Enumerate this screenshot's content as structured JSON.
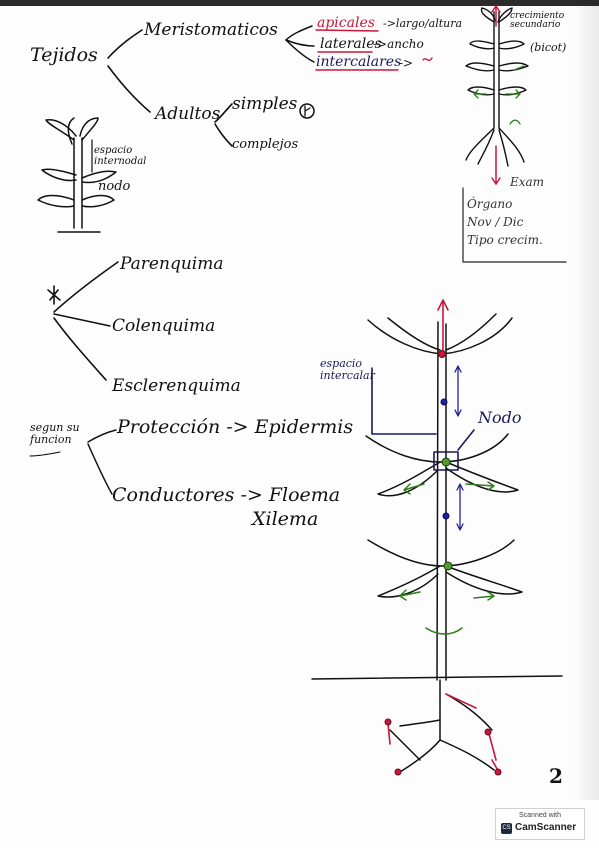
{
  "colors": {
    "ink": "#111111",
    "red": "#c8183c",
    "green": "#2e7d1b",
    "blue": "#22229a",
    "navy": "#1a1a5a"
  },
  "notes": {
    "tejidos": "Tejidos",
    "meristomaticos": "Meristomaticos",
    "adultos": "Adultos",
    "simples": "simples",
    "complejos": "complejos",
    "apicales": "apicales",
    "apicales_note": "->largo/altura",
    "laterales": "laterales",
    "laterales_note": "->ancho",
    "intercalares": "intercalares",
    "intercalares_note": "->",
    "crecimiento_secundario": "crecimiento secundario",
    "bicot": "(bicot)",
    "espacio_internodal": "espacio internodal",
    "nodo_small": "nodo",
    "examen": "Exam",
    "examen_box": [
      "Órgano",
      "Nov / Dic",
      "Tipo crecim."
    ],
    "parenquima": "Parenquima",
    "colenquima": "Colenquima",
    "esclerenquima": "Esclerenquima",
    "segun_su_funcion": "segun su funcion",
    "proteccion": "Protección -> Epidermis",
    "conductores": "Conductores -> Floema",
    "xilema": "Xilema",
    "espacio_intercalar": "espacio intercalar",
    "nodo_big": "Nodo",
    "page_number": "2"
  },
  "scanner": {
    "scanned_with": "Scanned with",
    "app": "CamScanner",
    "logo_text": "CS"
  }
}
